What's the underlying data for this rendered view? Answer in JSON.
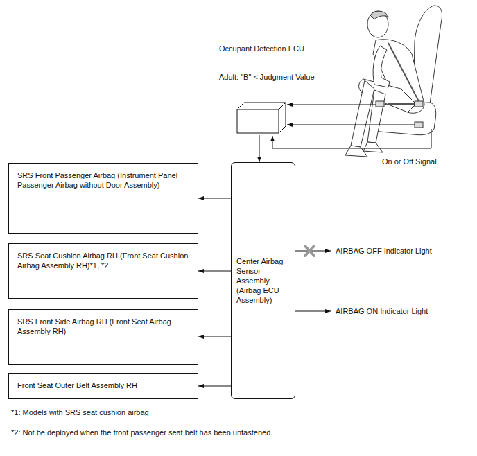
{
  "diagram": {
    "nodes": [
      {
        "text": [
          "Occupant Detection ECU",
          "Adult: \"B\" < Judgment Value"
        ]
      },
      {
        "text": [
          "Center Airbag Sensor Assembly (Airbag ECU Assembly)"
        ]
      },
      {
        "text": [
          "SRS Front Passenger Airbag (Instrument Panel Passenger Airbag without Door Assembly)"
        ]
      },
      {
        "text": [
          "SRS Seat Cushion Airbag RH (Front Seat Cushion Airbag Assembly RH)*1, *2"
        ]
      },
      {
        "text": [
          "SRS Front Side Airbag RH (Front Seat Airbag Assembly RH)"
        ]
      },
      {
        "text": [
          "Front Seat Outer Belt Assembly RH"
        ]
      }
    ],
    "edges": [
      {
        "from": 0,
        "to": 1,
        "arrow": "to"
      },
      {
        "from": 1,
        "to": 2,
        "arrow": "to"
      },
      {
        "from": 1,
        "to": 3,
        "arrow": "to"
      },
      {
        "from": 1,
        "to": 4,
        "arrow": "to"
      },
      {
        "from": 1,
        "to": 5,
        "arrow": "to"
      }
    ],
    "labels": [
      "AIRBAG OFF Indicator Light",
      "AIRBAG ON Indicator Light",
      "On or Off Signal",
      "*1: Models with SRS seat cushion airbag",
      "*2: Not be deployed when the front passenger seat belt has been unfastened."
    ]
  }
}
